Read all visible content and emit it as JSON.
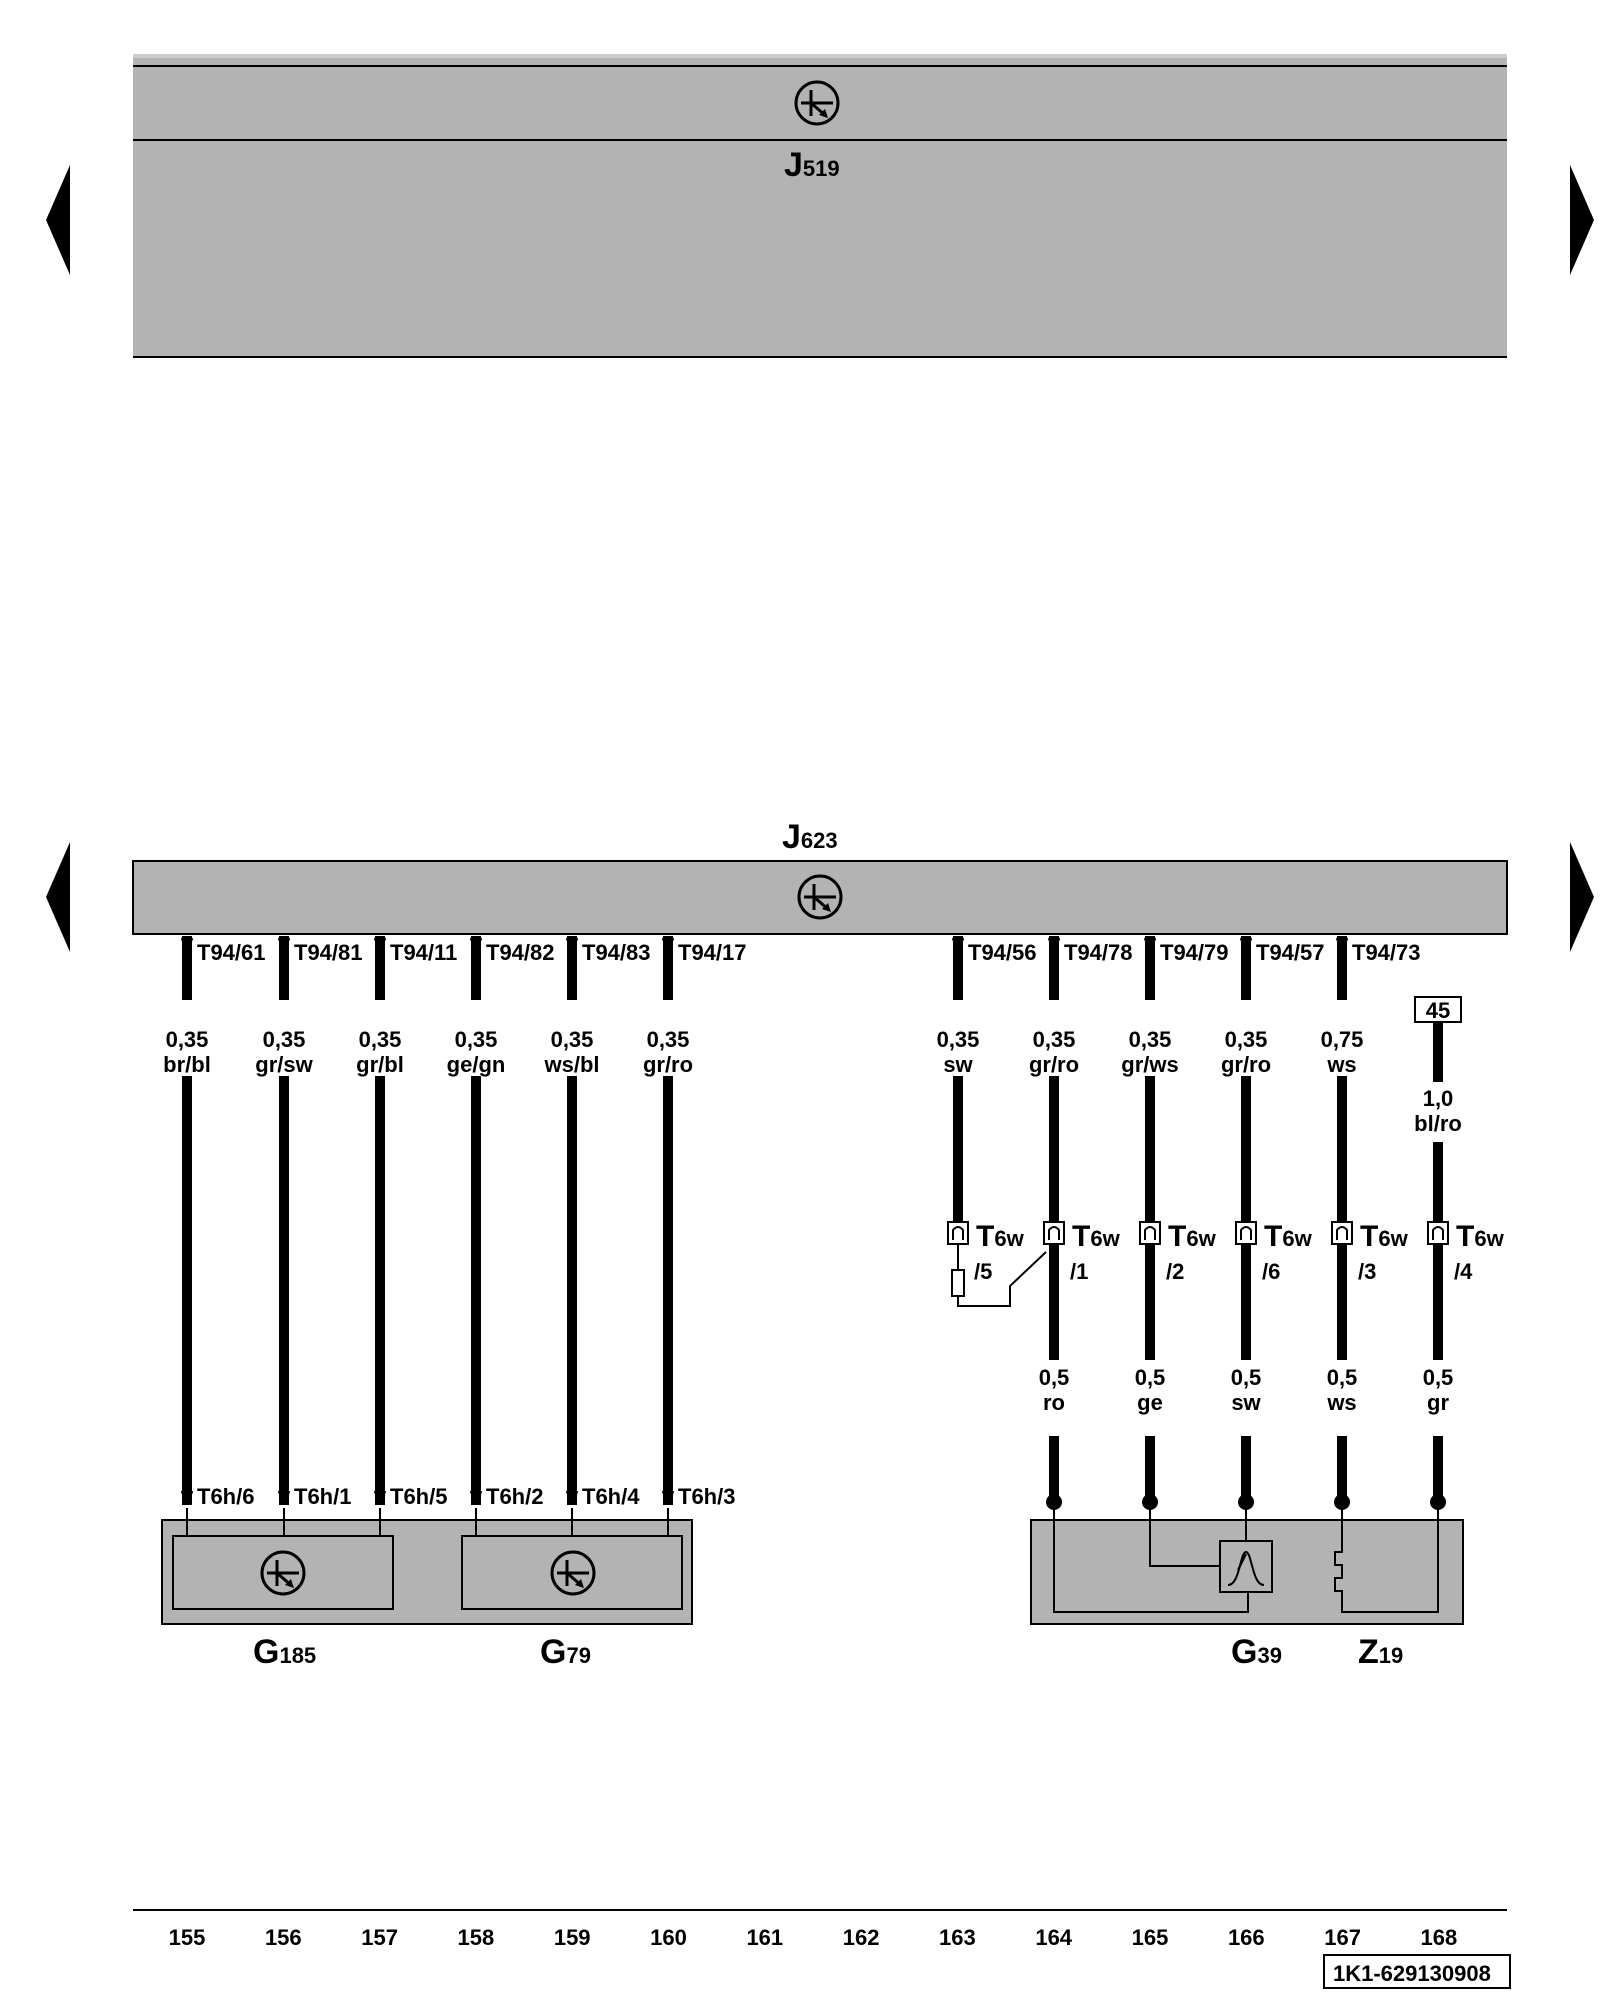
{
  "top_unit": {
    "designation": "J",
    "index": "519"
  },
  "mid_unit": {
    "designation": "J",
    "index": "623"
  },
  "left_wires": [
    {
      "pin": "T94/61",
      "size": "0,35",
      "color": "br/bl",
      "dest": "T6h/6"
    },
    {
      "pin": "T94/81",
      "size": "0,35",
      "color": "gr/sw",
      "dest": "T6h/1"
    },
    {
      "pin": "T94/11",
      "size": "0,35",
      "color": "gr/bl",
      "dest": "T6h/5"
    },
    {
      "pin": "T94/82",
      "size": "0,35",
      "color": "ge/gn",
      "dest": "T6h/2"
    },
    {
      "pin": "T94/83",
      "size": "0,35",
      "color": "ws/bl",
      "dest": "T6h/4"
    },
    {
      "pin": "T94/17",
      "size": "0,35",
      "color": "gr/ro",
      "dest": "T6h/3"
    }
  ],
  "right_wires": [
    {
      "pin": "T94/56",
      "size": "0,35",
      "color": "sw",
      "conn": "T",
      "conn_sub": "6w",
      "conn_pin": "/5"
    },
    {
      "pin": "T94/78",
      "size": "0,35",
      "color": "gr/ro",
      "conn": "T",
      "conn_sub": "6w",
      "conn_pin": "/1",
      "low_size": "0,5",
      "low_color": "ro"
    },
    {
      "pin": "T94/79",
      "size": "0,35",
      "color": "gr/ws",
      "conn": "T",
      "conn_sub": "6w",
      "conn_pin": "/2",
      "low_size": "0,5",
      "low_color": "ge"
    },
    {
      "pin": "T94/57",
      "size": "0,35",
      "color": "gr/ro",
      "conn": "T",
      "conn_sub": "6w",
      "conn_pin": "/6",
      "low_size": "0,5",
      "low_color": "sw"
    },
    {
      "pin": "T94/73",
      "size": "0,75",
      "color": "ws",
      "conn": "T",
      "conn_sub": "6w",
      "conn_pin": "/3",
      "low_size": "0,5",
      "low_color": "ws"
    },
    {
      "size": "1,0",
      "color": "bl/ro",
      "conn": "T",
      "conn_sub": "6w",
      "conn_pin": "/4",
      "low_size": "0,5",
      "low_color": "gr",
      "ref": "45"
    }
  ],
  "components": [
    {
      "letter": "G",
      "number": "185"
    },
    {
      "letter": "G",
      "number": "79"
    },
    {
      "letter": "G",
      "number": "39"
    },
    {
      "letter": "Z",
      "number": "19"
    }
  ],
  "columns": [
    "155",
    "156",
    "157",
    "158",
    "159",
    "160",
    "161",
    "162",
    "163",
    "164",
    "165",
    "166",
    "167",
    "168"
  ],
  "doc_code": "1K1-629130908"
}
